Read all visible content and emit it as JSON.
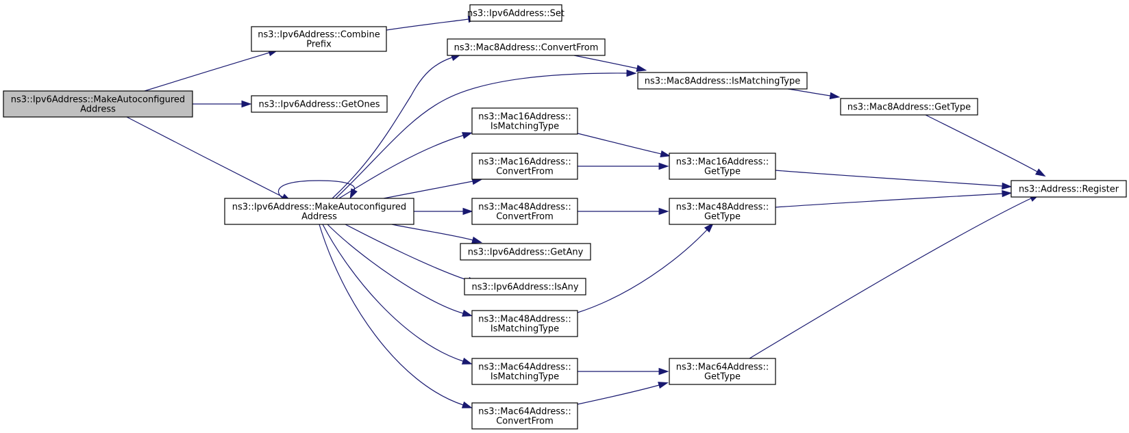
{
  "nodes": [
    {
      "id": "root",
      "lines": [
        "ns3::Ipv6Address::MakeAutoconfigured",
        "Address"
      ],
      "highlighted": true
    },
    {
      "id": "combine",
      "lines": [
        "ns3::Ipv6Address::Combine",
        "Prefix"
      ]
    },
    {
      "id": "set",
      "lines": [
        "ns3::Ipv6Address::Set"
      ]
    },
    {
      "id": "getones",
      "lines": [
        "ns3::Ipv6Address::GetOnes"
      ]
    },
    {
      "id": "mac8conv",
      "lines": [
        "ns3::Mac8Address::ConvertFrom"
      ]
    },
    {
      "id": "mac8match",
      "lines": [
        "ns3::Mac8Address::IsMatchingType"
      ]
    },
    {
      "id": "mac8type",
      "lines": [
        "ns3::Mac8Address::GetType"
      ]
    },
    {
      "id": "mac16match",
      "lines": [
        "ns3::Mac16Address::",
        "IsMatchingType"
      ]
    },
    {
      "id": "mac16conv",
      "lines": [
        "ns3::Mac16Address::",
        "ConvertFrom"
      ]
    },
    {
      "id": "mac16type",
      "lines": [
        "ns3::Mac16Address::",
        "GetType"
      ]
    },
    {
      "id": "register",
      "lines": [
        "ns3::Address::Register"
      ]
    },
    {
      "id": "make2",
      "lines": [
        "ns3::Ipv6Address::MakeAutoconfigured",
        "Address"
      ]
    },
    {
      "id": "mac48conv",
      "lines": [
        "ns3::Mac48Address::",
        "ConvertFrom"
      ]
    },
    {
      "id": "mac48type",
      "lines": [
        "ns3::Mac48Address::",
        "GetType"
      ]
    },
    {
      "id": "getany",
      "lines": [
        "ns3::Ipv6Address::GetAny"
      ]
    },
    {
      "id": "isany",
      "lines": [
        "ns3::Ipv6Address::IsAny"
      ]
    },
    {
      "id": "mac48match",
      "lines": [
        "ns3::Mac48Address::",
        "IsMatchingType"
      ]
    },
    {
      "id": "mac64match",
      "lines": [
        "ns3::Mac64Address::",
        "IsMatchingType"
      ]
    },
    {
      "id": "mac64type",
      "lines": [
        "ns3::Mac64Address::",
        "GetType"
      ]
    },
    {
      "id": "mac64conv",
      "lines": [
        "ns3::Mac64Address::",
        "ConvertFrom"
      ]
    }
  ],
  "edges": [
    {
      "from": "root",
      "to": "combine"
    },
    {
      "from": "combine",
      "to": "set"
    },
    {
      "from": "root",
      "to": "getones"
    },
    {
      "from": "root",
      "to": "make2"
    },
    {
      "from": "make2",
      "to": "make2"
    },
    {
      "from": "make2",
      "to": "mac8conv"
    },
    {
      "from": "mac8conv",
      "to": "mac8match"
    },
    {
      "from": "make2",
      "to": "mac8match"
    },
    {
      "from": "mac8match",
      "to": "mac8type"
    },
    {
      "from": "mac8type",
      "to": "register"
    },
    {
      "from": "make2",
      "to": "mac16match"
    },
    {
      "from": "make2",
      "to": "mac16conv"
    },
    {
      "from": "mac16match",
      "to": "mac16type"
    },
    {
      "from": "mac16conv",
      "to": "mac16type"
    },
    {
      "from": "mac16type",
      "to": "register"
    },
    {
      "from": "make2",
      "to": "mac48conv"
    },
    {
      "from": "mac48conv",
      "to": "mac48type"
    },
    {
      "from": "mac48type",
      "to": "register"
    },
    {
      "from": "make2",
      "to": "getany"
    },
    {
      "from": "make2",
      "to": "isany"
    },
    {
      "from": "make2",
      "to": "mac48match"
    },
    {
      "from": "mac48match",
      "to": "mac48type"
    },
    {
      "from": "make2",
      "to": "mac64match"
    },
    {
      "from": "make2",
      "to": "mac64conv"
    },
    {
      "from": "mac64match",
      "to": "mac64type"
    },
    {
      "from": "mac64conv",
      "to": "mac64type"
    },
    {
      "from": "mac64type",
      "to": "register"
    }
  ],
  "colors": {
    "edge": "#191970",
    "root_fill": "#bfbfbf",
    "node_fill": "#ffffff",
    "node_border": "#000000"
  }
}
